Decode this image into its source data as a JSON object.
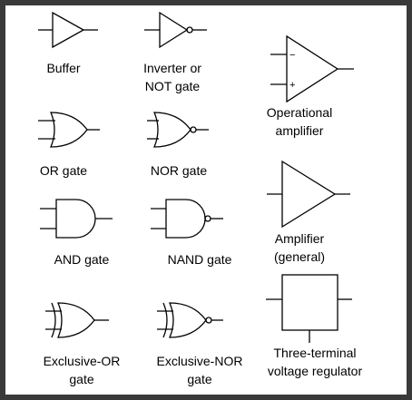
{
  "symbols": {
    "buffer": {
      "label": "Buffer"
    },
    "inverter": {
      "label_line1": "Inverter or",
      "label_line2": "NOT gate"
    },
    "opamp": {
      "label_line1": "Operational",
      "label_line2": "amplifier",
      "minus_sign": "−",
      "plus_sign": "+"
    },
    "or_gate": {
      "label": "OR gate"
    },
    "nor_gate": {
      "label": "NOR gate"
    },
    "and_gate": {
      "label": "AND gate"
    },
    "nand_gate": {
      "label": "NAND gate"
    },
    "amplifier": {
      "label_line1": "Amplifier",
      "label_line2": "(general)"
    },
    "xor_gate": {
      "label_line1": "Exclusive-OR",
      "label_line2": "gate"
    },
    "xnor_gate": {
      "label_line1": "Exclusive-NOR",
      "label_line2": "gate"
    },
    "regulator": {
      "label_line1": "Three-terminal",
      "label_line2": "voltage regulator"
    }
  }
}
